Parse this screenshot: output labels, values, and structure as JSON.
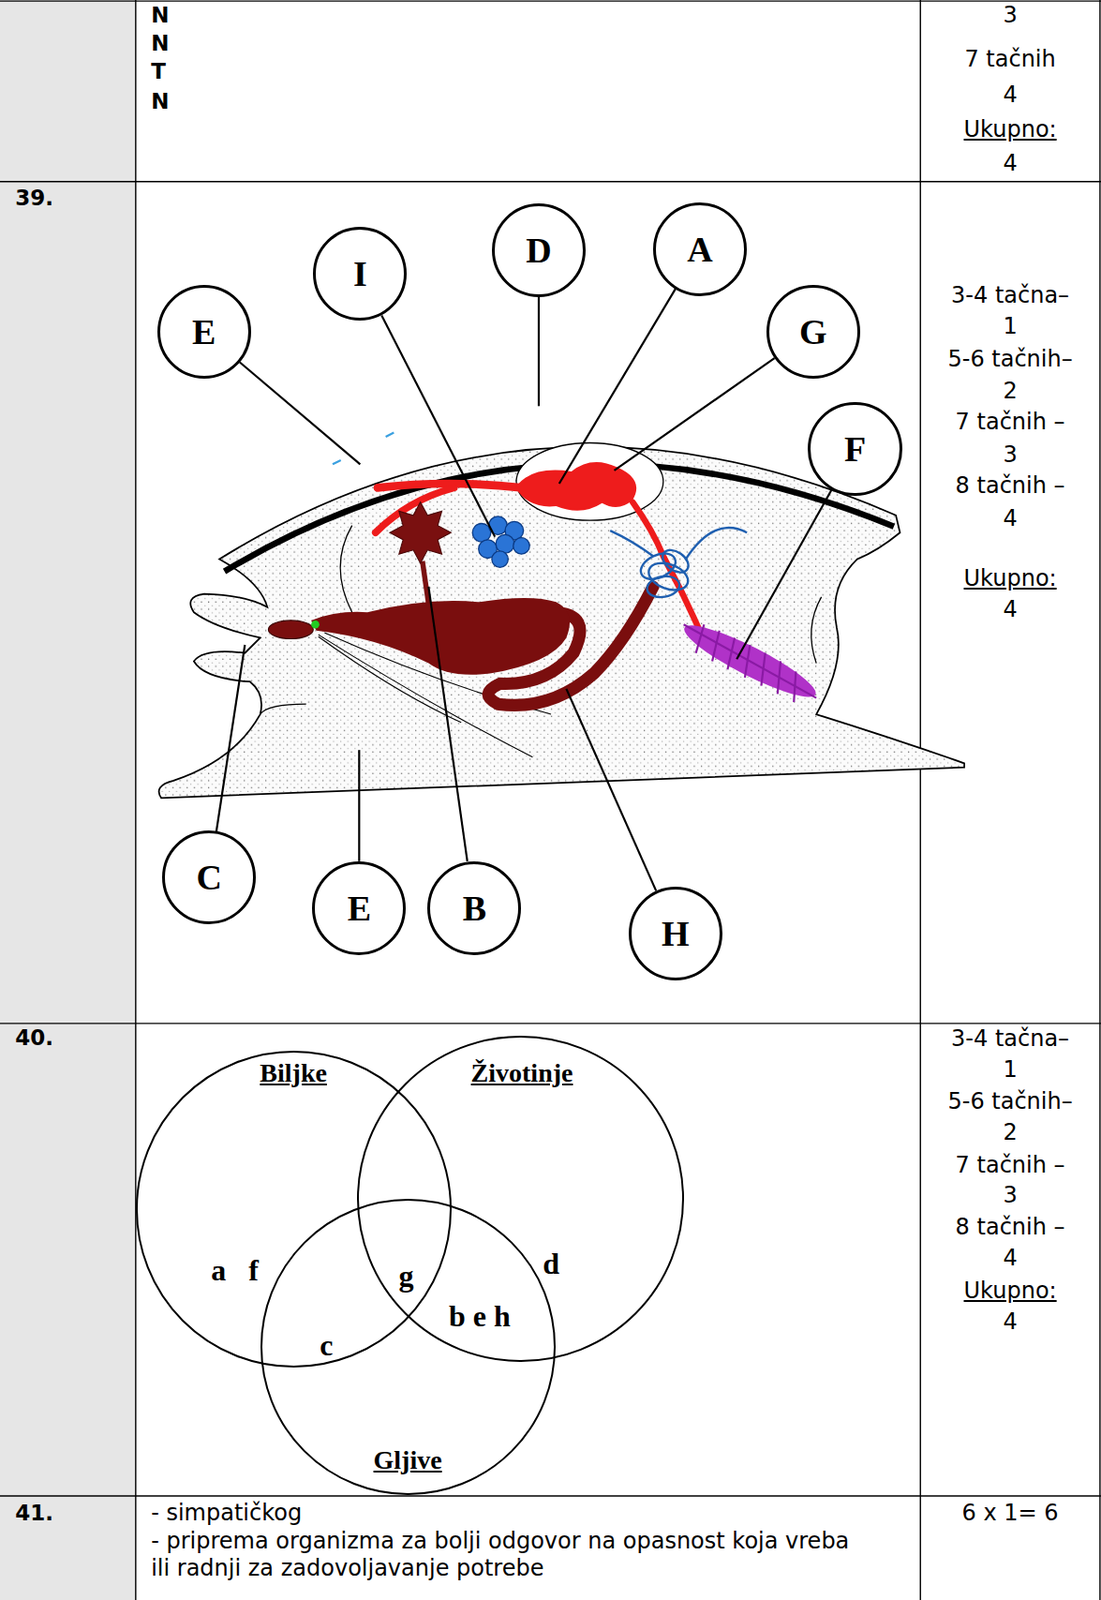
{
  "diagram": {
    "nodes": [
      {
        "text": [
          "I"
        ]
      },
      {
        "text": [
          "D"
        ]
      },
      {
        "text": [
          "A"
        ]
      },
      {
        "text": [
          "E"
        ]
      },
      {
        "text": [
          "G"
        ]
      },
      {
        "text": [
          "F"
        ]
      },
      {
        "text": [
          "C"
        ]
      },
      {
        "text": [
          "E"
        ]
      },
      {
        "text": [
          "B"
        ]
      },
      {
        "text": [
          "H"
        ]
      },
      {
        "text": [
          "Biljke"
        ]
      },
      {
        "text": [
          "Životinje"
        ]
      },
      {
        "text": [
          "Gljive"
        ]
      }
    ],
    "labels": [
      "N",
      "N",
      "T",
      "N",
      "3",
      "7 tačnih",
      "4",
      "Ukupno:",
      "4",
      "39.",
      "3-4 tačna–",
      "1",
      "5-6 tačnih–",
      "2",
      "7 tačnih –",
      "3",
      "8 tačnih –",
      "4",
      "Ukupno:",
      "4",
      "40.",
      "a f",
      "d",
      "g",
      "c",
      "b e h",
      "3-4 tačna–",
      "1",
      "5-6 tačnih–",
      "2",
      "7 tačnih –",
      "3",
      "8 tačnih –",
      "4",
      "Ukupno:",
      "4",
      "41.",
      "- simpatičkog",
      "- priprema organizma za bolji odgovor na opasnost koja vreba ili radnji za zadovoljavanje potrebe",
      "6 x 1= 6"
    ]
  }
}
